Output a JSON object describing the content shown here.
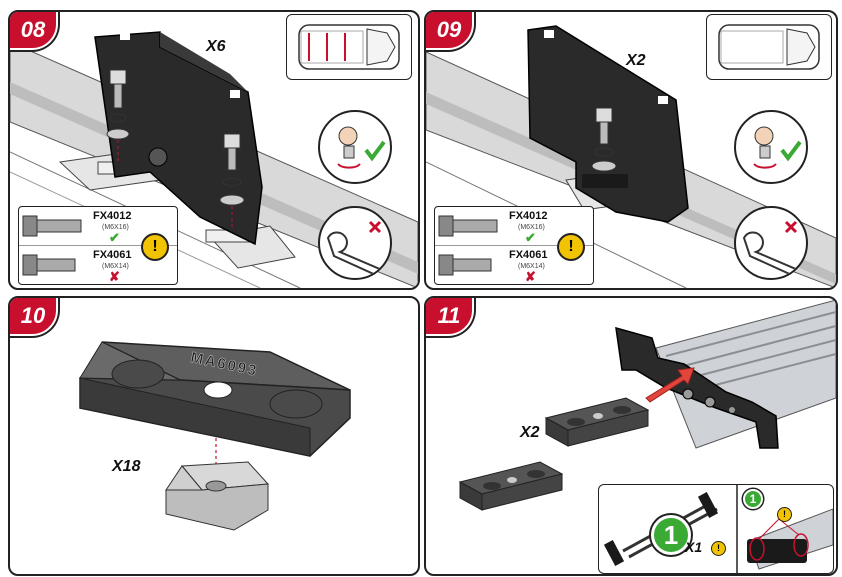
{
  "steps": {
    "s08": {
      "number": "08",
      "quantity": "X6"
    },
    "s09": {
      "number": "09",
      "quantity": "X2"
    },
    "s10": {
      "number": "10",
      "quantity": "X18",
      "part_label": "MA6093"
    },
    "s11": {
      "number": "11",
      "quantity": "X2",
      "inset_badge": "1",
      "inset_quantity": "X1",
      "inset_right_badge": "1"
    }
  },
  "bolts": [
    {
      "code": "FX4012",
      "size": "(M6X16)",
      "status": "correct",
      "mark": "✔"
    },
    {
      "code": "FX4061",
      "size": "(M6X14)",
      "status": "wrong",
      "mark": "✘"
    }
  ],
  "warning_symbol": "!",
  "colors": {
    "accent": "#c8102e",
    "ok": "#3aaa35",
    "warn": "#f2c300"
  },
  "icons": [
    "van-top-view-icon",
    "hand-tighten-icon",
    "wrench-prohibited-icon",
    "warning-icon",
    "bolt-icon"
  ]
}
